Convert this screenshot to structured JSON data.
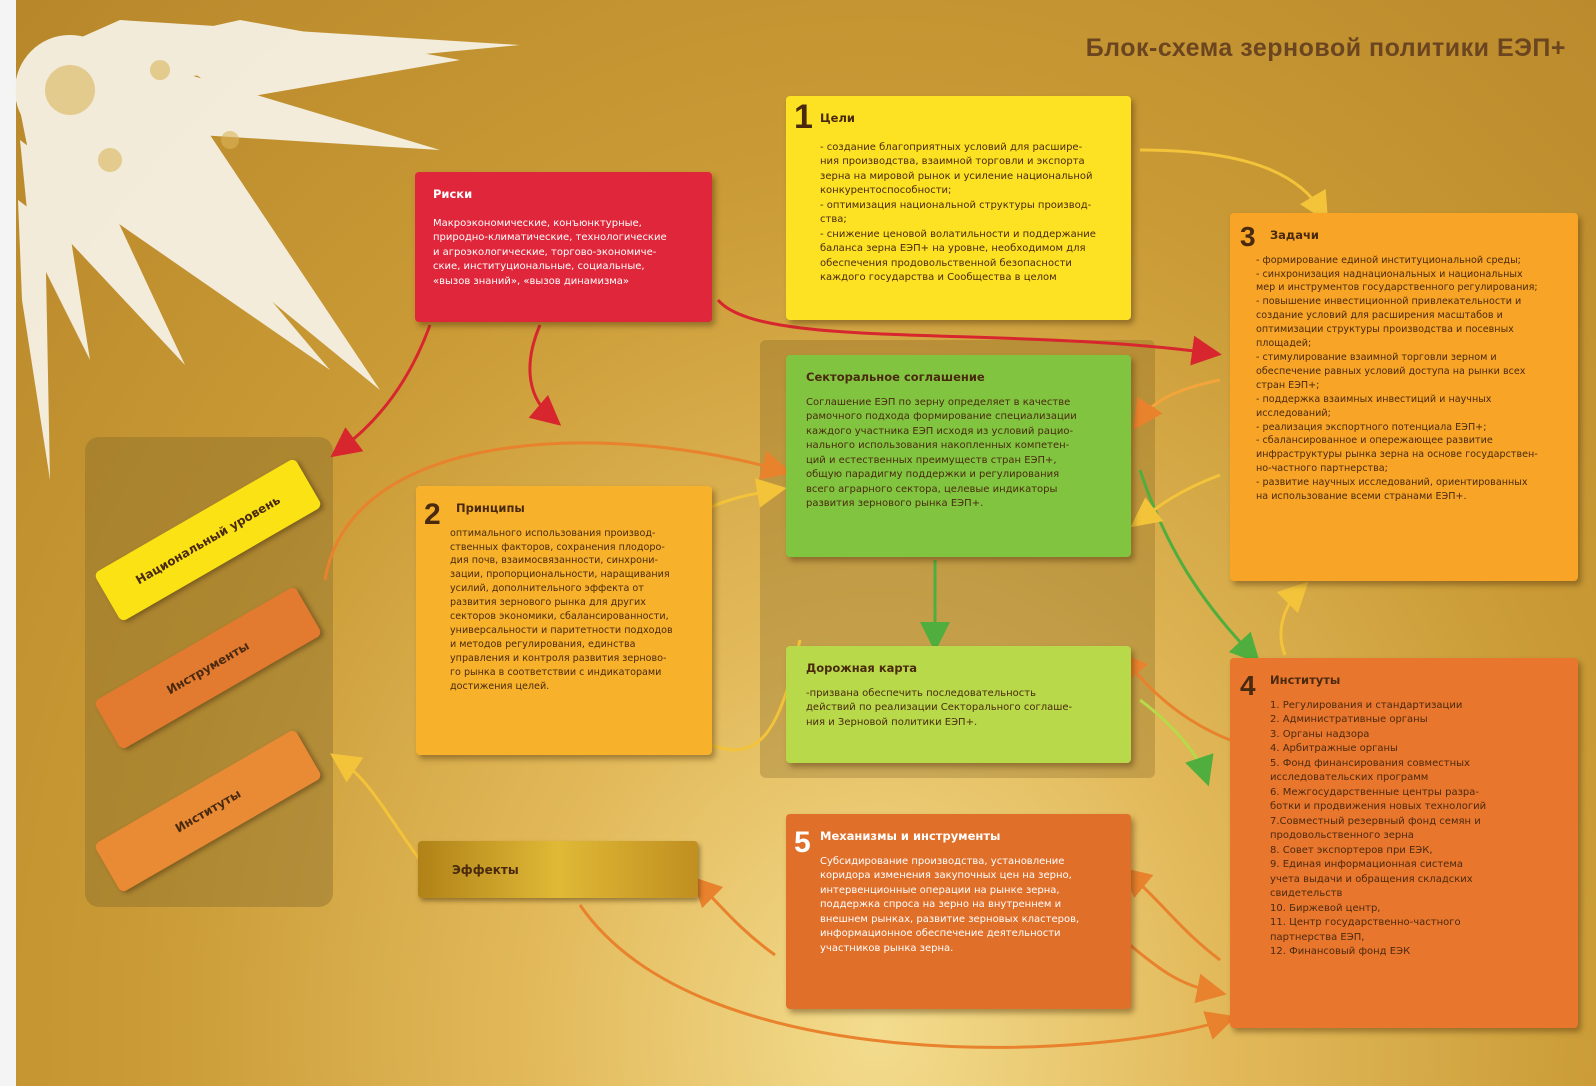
{
  "header": {
    "title": "Блок-схема зерновой политики ЕЭП+"
  },
  "boxes": {
    "goals": {
      "number": "1",
      "title": "Цели",
      "text": "- создание благоприятных условий для расшире-\nния производства, взаимной торговли и экспорта\nзерна на мировой рынок и усиление национальной\nконкурентоспособности;\n- оптимизация национальной структуры производ-\nства;\n- снижение ценовой волатильности и поддержание\nбаланса зерна ЕЭП+ на уровне, необходимом для\nобеспечения продовольственной безопасности\nкаждого государства и Сообщества в целом"
    },
    "risks": {
      "title": "Риски",
      "text": "Макроэкономические, конъюнктурные,\nприродно-климатические, технологические\nи агроэкологические, торгово-экономиче-\nские, институциональные, социальные,\n«вызов знаний», «вызов динамизма»"
    },
    "tasks": {
      "number": "3",
      "title": "Задачи",
      "text": "- формирование единой институциональной среды;\n- синхронизация наднациональных и национальных\nмер и инструментов государственного регулирования;\n- повышение инвестиционной привлекательности и\nсоздание условий для расширения масштабов и\nоптимизации структуры производства и посевных\nплощадей;\n- стимулирование взаимной торговли зерном и\nобеспечение равных условий доступа на рынки всех\nстран ЕЭП+;\n- поддержка взаимных инвестиций и научных\nисследований;\n- реализация экспортного потенциала ЕЭП+;\n- сбалансированное и опережающее развитие\nинфраструктуры рынка зерна на основе государствен-\nно-частного партнерства;\n- развитие научных исследований, ориентированных\nна использование всеми странами ЕЭП+."
    },
    "sectoral": {
      "title": "Секторальное соглашение",
      "text": "Соглашение ЕЭП по зерну определяет в качестве\nрамочного подхода формирование специализации\nкаждого участника ЕЭП исходя из условий рацио-\nнального использования накопленных компетен-\nций и естественных преимуществ стран ЕЭП+,\nобщую парадигму поддержки и регулирования\nвсего аграрного сектора, целевые индикаторы\nразвития зернового рынка ЕЭП+."
    },
    "principles": {
      "number": "2",
      "title": "Принципы",
      "text": "оптимального использования производ-\nственных факторов, сохранения плодоро-\nдия почв, взаимосвязанности, синхрони-\nзации, пропорциональности, наращивания\nусилий, дополнительного эффекта от\nразвития зернового рынка для других\nсекторов экономики, сбалансированности,\nуниверсальности и паритетности подходов\nи методов регулирования, единства\nуправления и контроля развития зерново-\nго рынка в соответствии с индикаторами\nдостижения целей."
    },
    "roadmap": {
      "title": "Дорожная карта",
      "text": "-призвана обеспечить последовательность\nдействий по реализации Секторального соглаше-\nния и Зерновой политики ЕЭП+."
    },
    "institutes": {
      "number": "4",
      "title": "Институты",
      "text": "1. Регулирования и стандартизации\n2. Административные органы\n3. Органы надзора\n4. Арбитражные органы\n5. Фонд финансирования совместных\nисследовательских программ\n6. Межгосударственные центры разра-\nботки и продвижения новых технологий\n7.Совместный резервный фонд семян и\nпродовольственного зерна\n8. Совет экспортеров при ЕЭК,\n9. Единая информационная система\nучета выдачи и обращения складских\nсвидетельств\n10. Биржевой центр,\n11. Центр государственно-частного\nпартнерства ЕЭП,\n12. Финансовый фонд ЕЭК"
    },
    "mechanisms": {
      "number": "5",
      "title": "Механизмы и инструменты",
      "text": "Субсидирование производства, установление\nкоридора изменения закупочных цен на зерно,\nинтервенционные операции на рынке зерна,\nподдержка спроса на зерно на внутреннем и\nвнешнем рынках, развитие зерновых кластеров,\nинформационное обеспечение деятельности\nучастников рынка зерна."
    }
  },
  "levels": {
    "national": "Национальный уровень",
    "instruments": "Инструменты",
    "institutes": "Институты"
  },
  "effects": "Эффекты",
  "colors": {
    "red": "#e0263a",
    "yellow": "#fde123",
    "orange": "#f7a427",
    "green": "#81c440",
    "light_green": "#b7d94a",
    "dark_orange": "#e9762d",
    "brown_text": "#4a2a0f",
    "gold_bg": "#c99a35"
  }
}
